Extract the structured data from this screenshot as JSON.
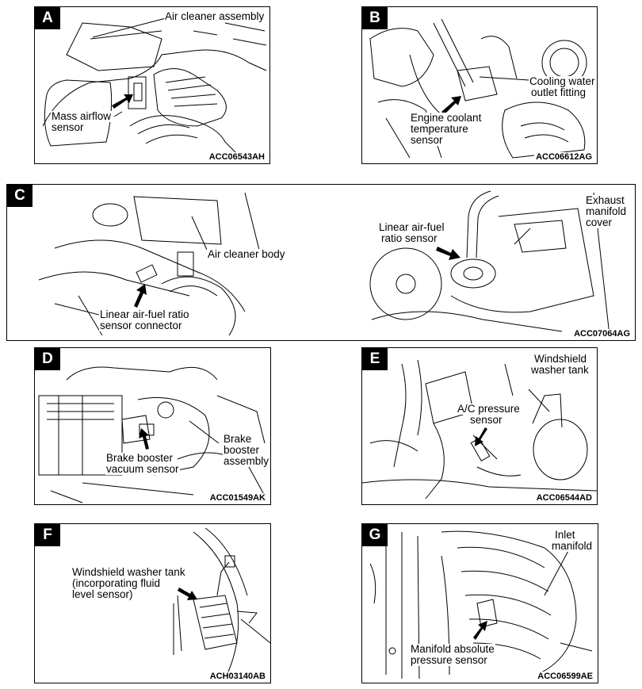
{
  "panels": {
    "A": {
      "letter": "A",
      "labels": [
        "Air cleaner assembly",
        "Mass airflow",
        "sensor"
      ],
      "code": "ACC06543AH"
    },
    "B": {
      "letter": "B",
      "labels": [
        "Cooling water",
        "outlet fitting",
        "Engine coolant",
        "temperature",
        "sensor"
      ],
      "code": "ACC06612AG"
    },
    "C": {
      "letter": "C",
      "labels": [
        "Air cleaner body",
        "Linear air-fuel ratio",
        "sensor connector",
        "Linear air-fuel",
        "ratio sensor",
        "Exhaust",
        "manifold",
        "cover"
      ],
      "code": "ACC07064AG"
    },
    "D": {
      "letter": "D",
      "labels": [
        "Brake",
        "booster",
        "assembly",
        "Brake booster",
        "vacuum sensor"
      ],
      "code": "ACC01549AK"
    },
    "E": {
      "letter": "E",
      "labels": [
        "Windshield",
        "washer tank",
        "A/C pressure",
        "sensor"
      ],
      "code": "ACC06544AD"
    },
    "F": {
      "letter": "F",
      "labels": [
        "Windshield washer tank",
        "(incorporating fluid",
        "level sensor)"
      ],
      "code": "ACH03140AB"
    },
    "G": {
      "letter": "G",
      "labels": [
        "Inlet",
        "manifold",
        "Manifold absolute",
        "pressure sensor"
      ],
      "code": "ACC06599AE"
    }
  }
}
